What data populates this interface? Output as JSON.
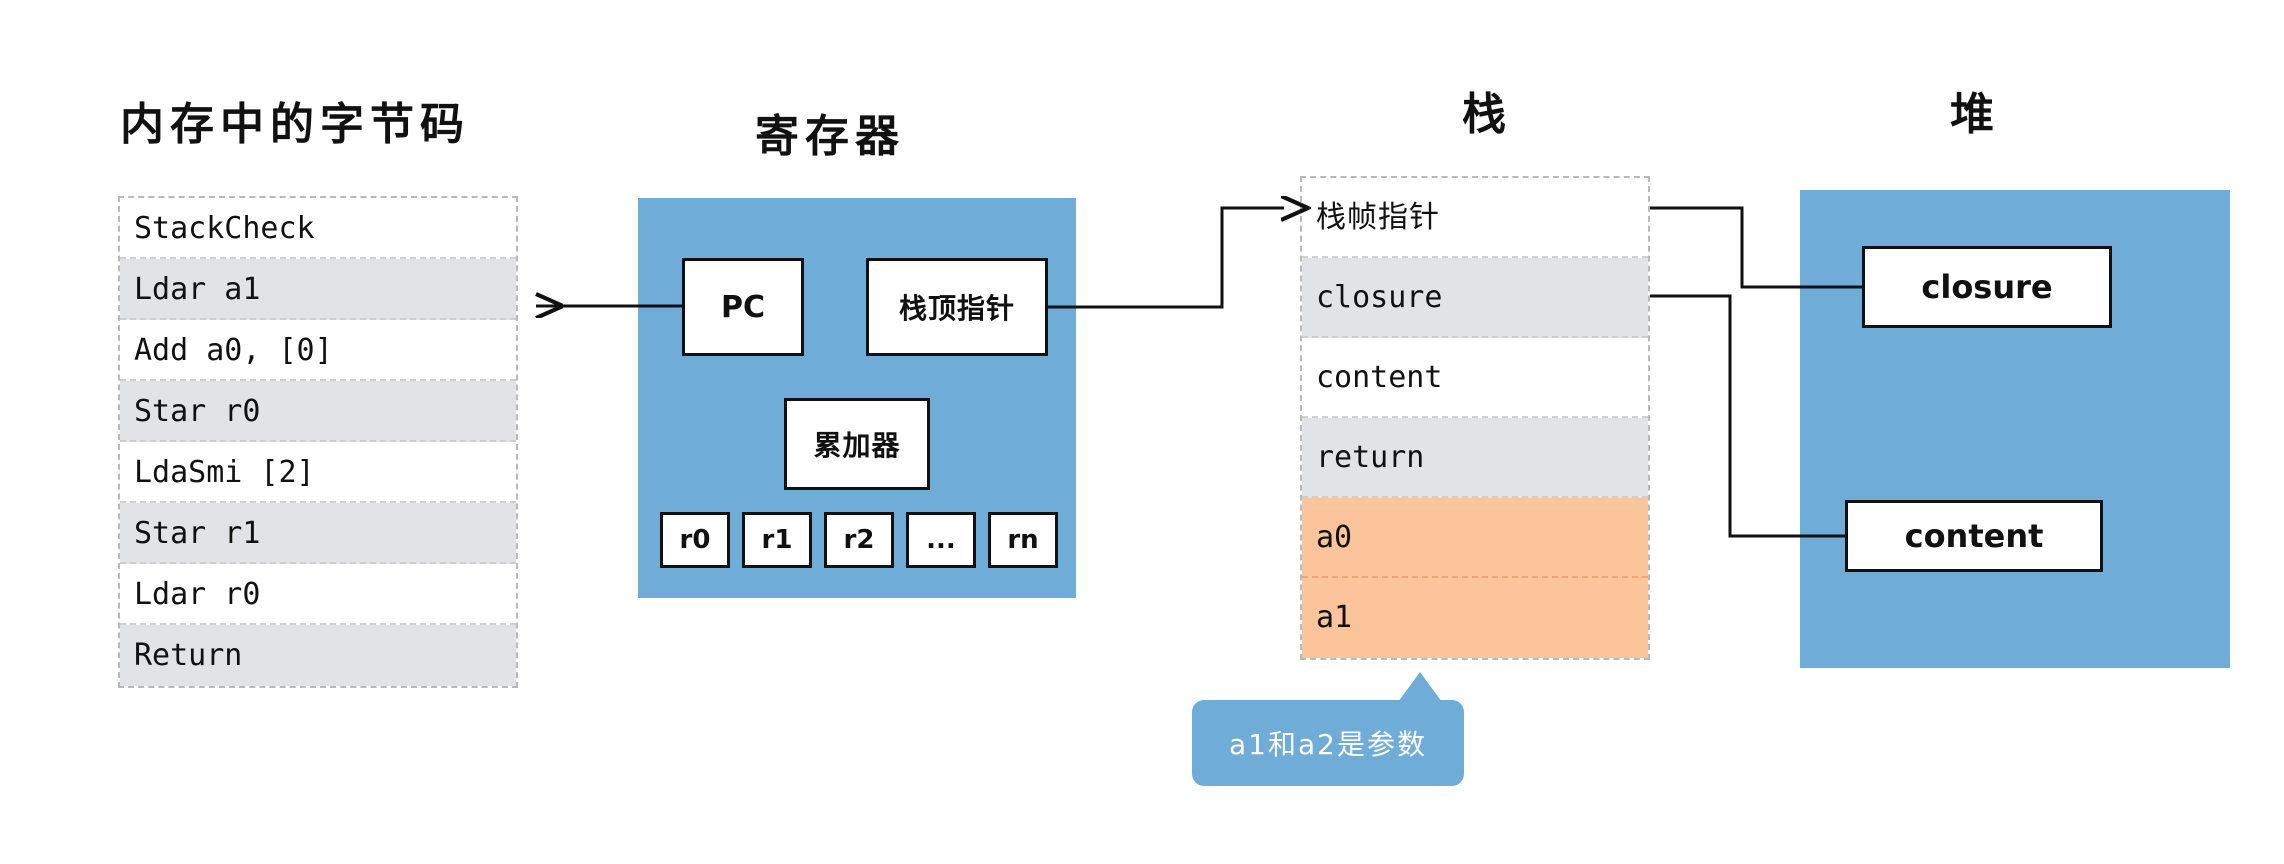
{
  "titles": {
    "bytecode": "内存中的字节码",
    "register": "寄存器",
    "stack": "栈",
    "heap": "堆"
  },
  "bytecode": {
    "rows": [
      "StackCheck",
      "Ldar a1",
      "Add a0, [0]",
      "Star r0",
      "LdaSmi [2]",
      "Star r1",
      "Ldar r0",
      "Return"
    ]
  },
  "register": {
    "pc": "PC",
    "stack_top_pointer": "栈顶指针",
    "accumulator": "累加器",
    "slots": [
      "r0",
      "r1",
      "r2",
      "...",
      "rn"
    ]
  },
  "stack": {
    "rows": [
      {
        "label": "栈帧指针",
        "fill": "white"
      },
      {
        "label": "closure",
        "fill": "gray"
      },
      {
        "label": "content",
        "fill": "white"
      },
      {
        "label": "return",
        "fill": "gray"
      },
      {
        "label": "a0",
        "fill": "orange"
      },
      {
        "label": "a1",
        "fill": "orange"
      }
    ]
  },
  "heap": {
    "boxes": [
      "closure",
      "content"
    ]
  },
  "callout": {
    "text": "a1和a2是参数"
  },
  "colors": {
    "blue": "#6fadd8",
    "orange": "#fbc49a",
    "gray": "#e2e3e6",
    "ink": "#111111",
    "dashed_border": "#b9b9b9"
  }
}
